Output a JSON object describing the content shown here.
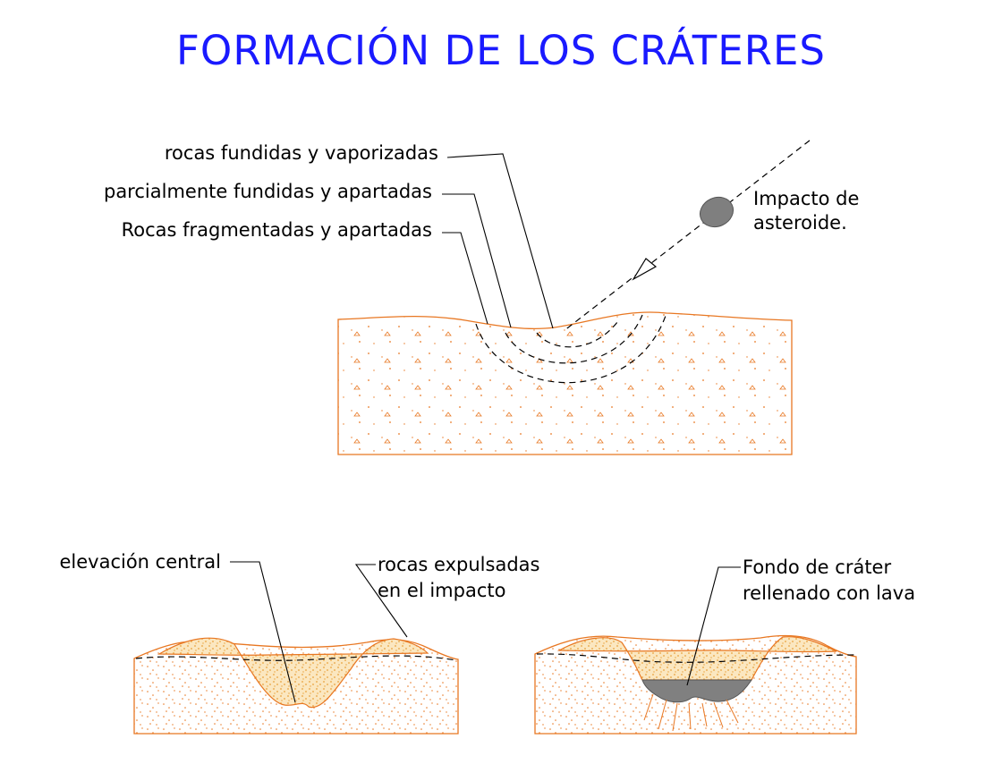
{
  "title": "FORMACIÓN DE LOS CRÁTERES",
  "labels": {
    "melted": "rocas fundidas y vaporizadas",
    "partial": "parcialmente fundidas y apartadas",
    "fragmented": "Rocas fragmentadas y apartadas",
    "impact_line1": "Impacto de",
    "impact_line2": "asteroide.",
    "central_uplift": "elevación central",
    "ejecta_line1": "rocas expulsadas",
    "ejecta_line2": "en el impacto",
    "floor_line1": "Fondo de cráter",
    "floor_line2": "rellenado con lava"
  },
  "colors": {
    "title": "#1a1aff",
    "ground_outline": "#e87722",
    "speckle": "#e87722",
    "breccia_fill": "#f4d49a",
    "lava": "#808080",
    "asteroid": "#7f7f7f"
  },
  "icons": [
    "asteroid-icon",
    "trajectory-arrow-icon"
  ]
}
